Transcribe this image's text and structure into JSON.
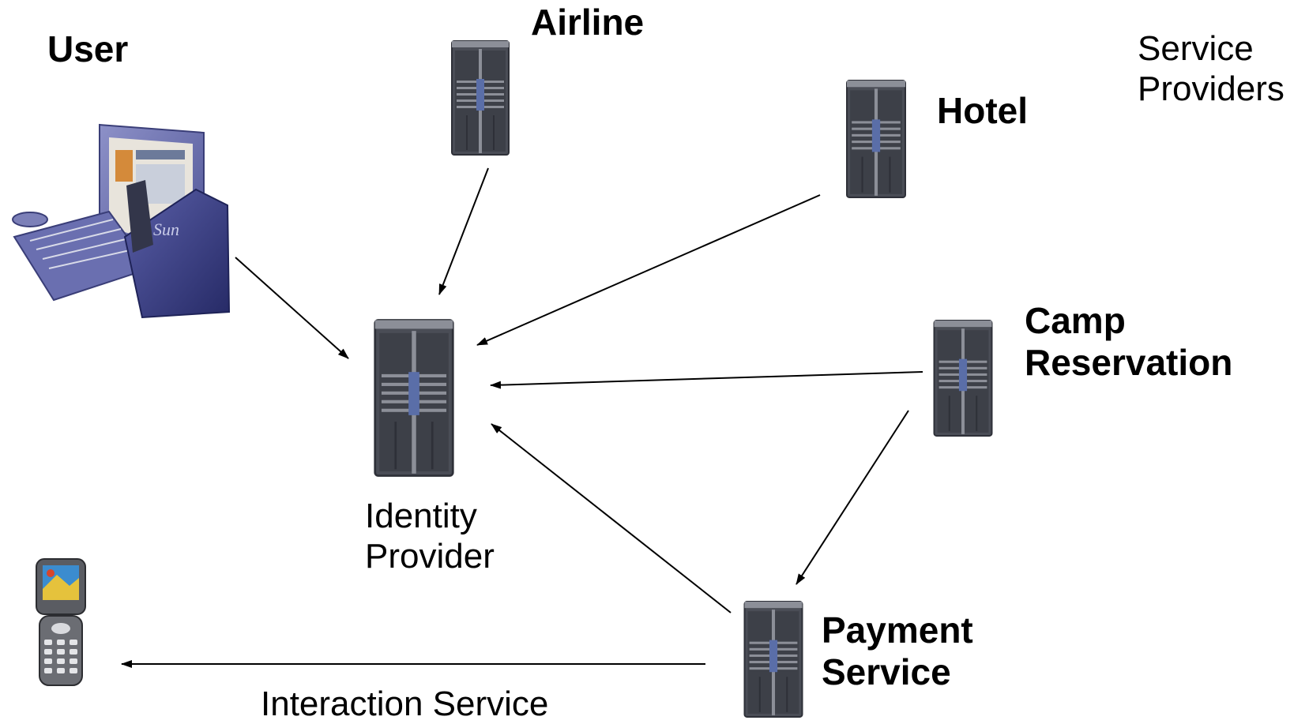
{
  "labels": {
    "user": "User",
    "airline": "Airline",
    "hotel": "Hotel",
    "service_providers_1": "Service",
    "service_providers_2": "Providers",
    "camp_1": "Camp",
    "camp_2": "Reservation",
    "identity_1": "Identity",
    "identity_2": "Provider",
    "payment_1": "Payment",
    "payment_2": "Service",
    "interaction": "Interaction Service"
  },
  "colors": {
    "server_body": "#4a4d56",
    "server_dark": "#2e3038",
    "server_light": "#8c8f98",
    "server_accent": "#5a6ea8",
    "monitor": "#6a6fa8",
    "arrow": "#000000"
  }
}
